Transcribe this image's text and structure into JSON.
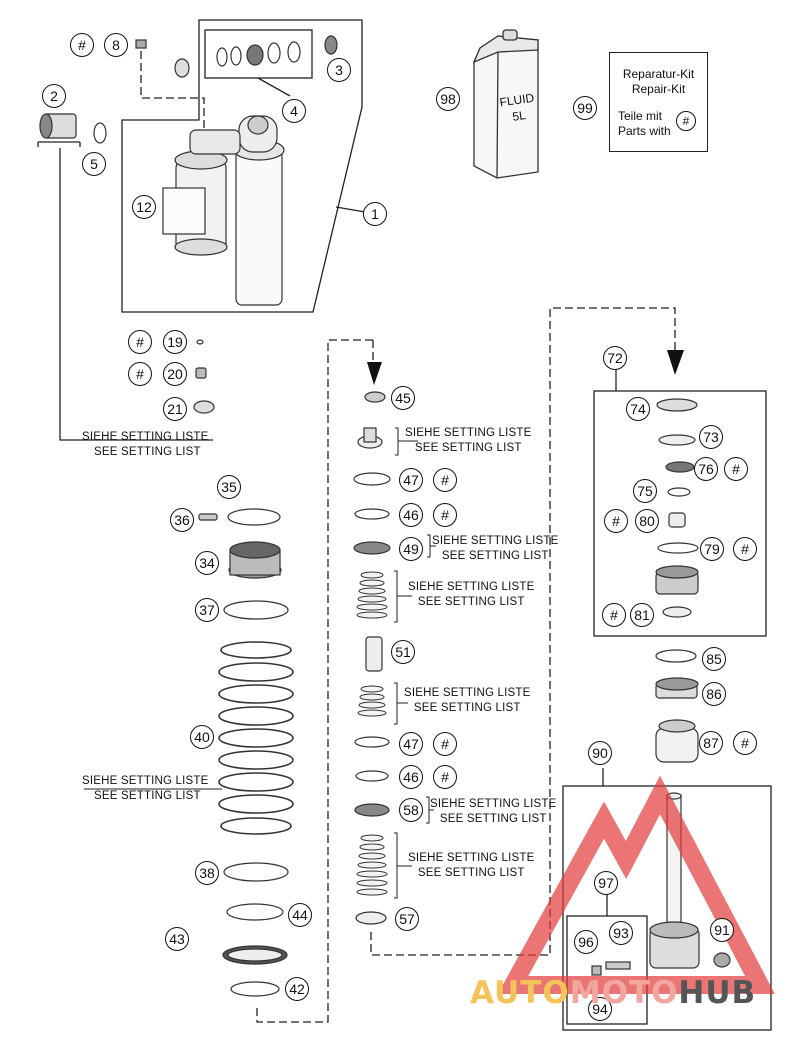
{
  "parts": [
    {
      "id": "p1",
      "num": "1"
    },
    {
      "id": "p2",
      "num": "2"
    },
    {
      "id": "p3",
      "num": "3"
    },
    {
      "id": "p4",
      "num": "4"
    },
    {
      "id": "p5",
      "num": "5"
    },
    {
      "id": "p8",
      "num": "8"
    },
    {
      "id": "p12",
      "num": "12"
    },
    {
      "id": "p19",
      "num": "19"
    },
    {
      "id": "p20",
      "num": "20"
    },
    {
      "id": "p21",
      "num": "21"
    },
    {
      "id": "p34",
      "num": "34"
    },
    {
      "id": "p35",
      "num": "35"
    },
    {
      "id": "p36",
      "num": "36"
    },
    {
      "id": "p37",
      "num": "37"
    },
    {
      "id": "p38",
      "num": "38"
    },
    {
      "id": "p40",
      "num": "40"
    },
    {
      "id": "p42",
      "num": "42"
    },
    {
      "id": "p43",
      "num": "43"
    },
    {
      "id": "p44",
      "num": "44"
    },
    {
      "id": "p45",
      "num": "45"
    },
    {
      "id": "p46a",
      "num": "46"
    },
    {
      "id": "p46b",
      "num": "46"
    },
    {
      "id": "p47a",
      "num": "47"
    },
    {
      "id": "p47b",
      "num": "47"
    },
    {
      "id": "p49",
      "num": "49"
    },
    {
      "id": "p51",
      "num": "51"
    },
    {
      "id": "p57",
      "num": "57"
    },
    {
      "id": "p58",
      "num": "58"
    },
    {
      "id": "p72",
      "num": "72"
    },
    {
      "id": "p73",
      "num": "73"
    },
    {
      "id": "p74",
      "num": "74"
    },
    {
      "id": "p75",
      "num": "75"
    },
    {
      "id": "p76",
      "num": "76"
    },
    {
      "id": "p79",
      "num": "79"
    },
    {
      "id": "p80",
      "num": "80"
    },
    {
      "id": "p81",
      "num": "81"
    },
    {
      "id": "p85",
      "num": "85"
    },
    {
      "id": "p86",
      "num": "86"
    },
    {
      "id": "p87",
      "num": "87"
    },
    {
      "id": "p90",
      "num": "90"
    },
    {
      "id": "p91",
      "num": "91"
    },
    {
      "id": "p93",
      "num": "93"
    },
    {
      "id": "p94",
      "num": "94"
    },
    {
      "id": "p96",
      "num": "96"
    },
    {
      "id": "p97",
      "num": "97"
    },
    {
      "id": "p98",
      "num": "98"
    },
    {
      "id": "p99",
      "num": "99"
    }
  ],
  "hash_symbol": "#",
  "setting_note": {
    "de": "SIEHE SETTING LISTE",
    "en": "SEE SETTING LIST"
  },
  "fluid_can": {
    "line1": "FLUID",
    "line2": "5L"
  },
  "repair_kit": {
    "title_de": "Reparatur-Kit",
    "title_en": "Repair-Kit",
    "parts_de": "Teile mit",
    "parts_en": "Parts with",
    "symbol": "#"
  },
  "watermark": {
    "part1": "AUTO",
    "part2": "MOTO",
    "part3": "HUB"
  },
  "colors": {
    "line": "#111111",
    "watermark_red": "#e23b3b",
    "watermark_yellow": "#f3c45a",
    "watermark_gray": "#555555"
  }
}
